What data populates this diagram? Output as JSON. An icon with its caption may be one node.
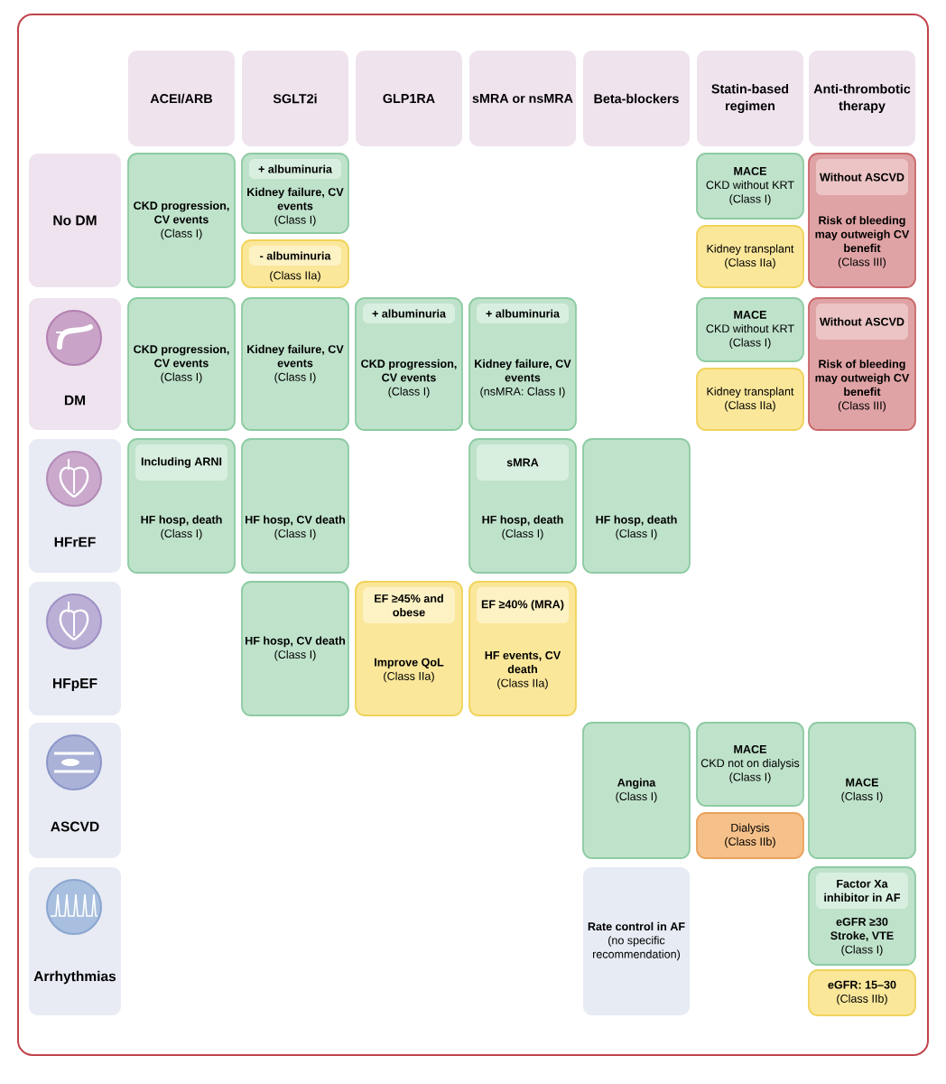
{
  "diagram": {
    "nodes": [
      {
        "text": [
          "ACEI/ARB"
        ]
      },
      {
        "text": [
          "SGLT2i"
        ]
      },
      {
        "text": [
          "GLP1RA"
        ]
      },
      {
        "text": [
          "sMRA or nsMRA"
        ]
      },
      {
        "text": [
          "Beta-blockers"
        ]
      },
      {
        "text": [
          "Statin-based regimen"
        ]
      },
      {
        "text": [
          "Anti-thrombotic therapy"
        ]
      },
      {
        "text": [
          "No DM"
        ]
      },
      {
        "text": [
          "CKD progression, CV events",
          "(Class I)"
        ]
      },
      {
        "text": [
          "Kidney failure, CV events",
          "(Class I)"
        ]
      },
      {
        "text": [
          "+ albuminuria"
        ],
        "in": 9
      },
      {
        "text": [
          "(Class IIa)"
        ]
      },
      {
        "text": [
          "- albuminuria"
        ],
        "in": 11
      },
      {
        "text": [
          "MACE",
          "CKD without KRT",
          "(Class I)"
        ]
      },
      {
        "text": [
          "Kidney transplant",
          "(Class IIa)"
        ]
      },
      {
        "text": [
          "Risk of bleeding may outweigh CV benefit",
          "(Class III)"
        ]
      },
      {
        "text": [
          "Without ASCVD"
        ],
        "in": 15
      },
      {
        "text": [
          "DM"
        ]
      },
      {
        "text": [
          "CKD progression, CV events",
          "(Class I)"
        ]
      },
      {
        "text": [
          "Kidney failure, CV events",
          "(Class I)"
        ]
      },
      {
        "text": [
          "CKD progression, CV events",
          "(Class I)"
        ]
      },
      {
        "text": [
          "+ albuminuria"
        ],
        "in": 20
      },
      {
        "text": [
          "Kidney failure, CV events",
          "(nsMRA: Class I)"
        ]
      },
      {
        "text": [
          "+ albuminuria"
        ],
        "in": 22
      },
      {
        "text": [
          "MACE",
          "CKD without KRT",
          "(Class I)"
        ]
      },
      {
        "text": [
          "Kidney transplant",
          "(Class IIa)"
        ]
      },
      {
        "text": [
          "Risk of bleeding may outweigh CV benefit",
          "(Class III)"
        ]
      },
      {
        "text": [
          "Without ASCVD"
        ],
        "in": 26
      },
      {
        "text": [
          "HFrEF"
        ]
      },
      {
        "text": [
          "HF hosp, death",
          "(Class I)"
        ]
      },
      {
        "text": [
          "Including ARNI"
        ],
        "in": 29
      },
      {
        "text": [
          "HF hosp, CV death",
          "(Class I)"
        ]
      },
      {
        "text": [
          "HF hosp, death",
          "(Class I)"
        ]
      },
      {
        "text": [
          "sMRA"
        ],
        "in": 32
      },
      {
        "text": [
          "HF hosp, death",
          "(Class I)"
        ]
      },
      {
        "text": [
          "HFpEF"
        ]
      },
      {
        "text": [
          "HF hosp, CV death",
          "(Class I)"
        ]
      },
      {
        "text": [
          "Improve QoL",
          "(Class IIa)"
        ]
      },
      {
        "text": [
          "EF ≥45% and obese"
        ],
        "in": 37
      },
      {
        "text": [
          "HF events, CV death",
          "(Class IIa)"
        ]
      },
      {
        "text": [
          "EF ≥40% (MRA)"
        ],
        "in": 39
      },
      {
        "text": [
          "ASCVD"
        ]
      },
      {
        "text": [
          "Angina",
          "(Class I)"
        ]
      },
      {
        "text": [
          "MACE",
          "CKD not on dialysis",
          "(Class I)"
        ]
      },
      {
        "text": [
          "Dialysis",
          "(Class IIb)"
        ]
      },
      {
        "text": [
          "MACE",
          "(Class I)"
        ]
      },
      {
        "text": [
          "Arrhythmias"
        ]
      },
      {
        "text": [
          "Rate control in AF",
          "(no specific recommendation)"
        ]
      },
      {
        "text": [
          "eGFR ≥30",
          "Stroke, VTE",
          "(Class I)"
        ]
      },
      {
        "text": [
          "Factor Xa inhibitor in AF"
        ],
        "in": 48
      },
      {
        "text": [
          "eGFR: 15–30",
          "(Class IIb)"
        ]
      }
    ]
  }
}
